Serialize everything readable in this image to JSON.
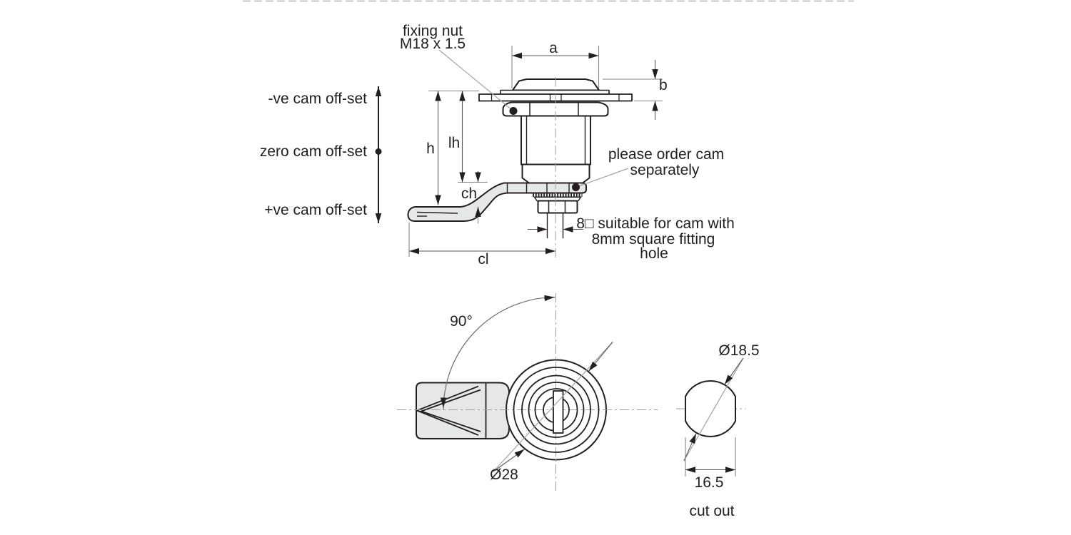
{
  "drawing": {
    "kind": "technical-drawing",
    "subject": "quarter-turn cam lock with offset cam",
    "colors": {
      "line": "#231f20",
      "part_fill": "#e6e7e8",
      "centerline": "#9b9da0",
      "leader": "#a2a4a7"
    }
  },
  "annotations": {
    "fixing_nut_1": "fixing nut",
    "fixing_nut_2": "M18 x 1.5",
    "neg_cam_offset": "-ve cam off-set",
    "zero_cam_offset": "zero cam off-set",
    "pos_cam_offset": "+ve cam off-set",
    "order_cam_1": "please order cam",
    "order_cam_2": "separately",
    "square_note_1": "8□ suitable for cam with",
    "square_note_2": "8mm square fitting",
    "square_note_3": "hole",
    "cut_out_label": "cut out"
  },
  "dimension_labels": {
    "a": "a",
    "b": "b",
    "h": "h",
    "lh": "lh",
    "ch": "ch",
    "cl": "cl",
    "angle": "90°",
    "face_diameter": "Ø28",
    "cutout_diameter": "Ø18.5",
    "cutout_width": "16.5"
  },
  "values": {
    "thread": "M18 x 1.5",
    "square_spindle": "8mm square",
    "face_diameter_mm": 28,
    "cutout_diameter_mm": 18.5,
    "cutout_width_mm": 16.5,
    "cam_rotation_deg": 90
  }
}
